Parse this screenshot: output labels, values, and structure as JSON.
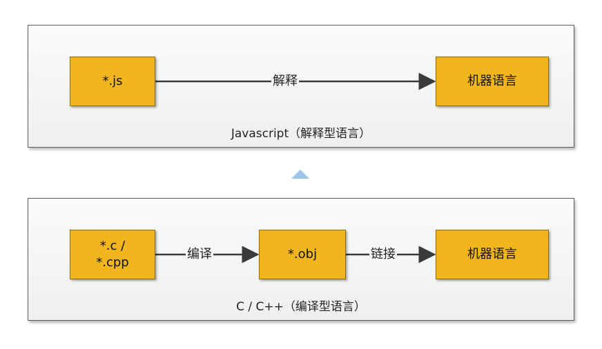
{
  "js_panel": {
    "source": "*.js",
    "step": "解释",
    "target": "机器语言",
    "caption": "Javascript（解释型语言）"
  },
  "c_panel": {
    "source_line1": "*.c /",
    "source_line2": "*.cpp",
    "step1": "编译",
    "intermediate": "*.obj",
    "step2": "链接",
    "target": "机器语言",
    "caption": "C / C++（编译型语言）"
  },
  "colors": {
    "node_fill": "#f1b51e",
    "arrow": "#3a3a3a",
    "triangle": "#9dc3e6"
  }
}
